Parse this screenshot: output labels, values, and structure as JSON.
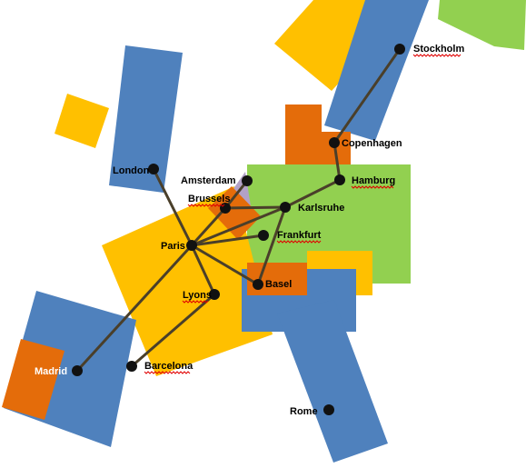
{
  "colors": {
    "blue": "#4f81bd",
    "yellow": "#ffc000",
    "orange": "#e46c0a",
    "green": "#92d050",
    "purple": "#b2a1c7",
    "line": "#4a3f2a",
    "label_light": "#ffffff",
    "label_dark": "#000000"
  },
  "cities": [
    {
      "id": "stockholm",
      "name": "Stockholm",
      "light": false
    },
    {
      "id": "copenhagen",
      "name": "Copenhagen",
      "light": false
    },
    {
      "id": "hamburg",
      "name": "Hamburg",
      "light": false
    },
    {
      "id": "london",
      "name": "London",
      "light": false
    },
    {
      "id": "amsterdam",
      "name": "Amsterdam",
      "light": false
    },
    {
      "id": "brussels",
      "name": "Brussels",
      "light": false
    },
    {
      "id": "karlsruhe",
      "name": "Karlsruhe",
      "light": false
    },
    {
      "id": "frankfurt",
      "name": "Frankfurt",
      "light": false
    },
    {
      "id": "paris",
      "name": "Paris",
      "light": false
    },
    {
      "id": "basel",
      "name": "Basel",
      "light": false
    },
    {
      "id": "lyons",
      "name": "Lyons",
      "light": false
    },
    {
      "id": "madrid",
      "name": "Madrid",
      "light": true
    },
    {
      "id": "barcelona",
      "name": "Barcelona",
      "light": false
    },
    {
      "id": "rome",
      "name": "Rome",
      "light": false
    }
  ]
}
